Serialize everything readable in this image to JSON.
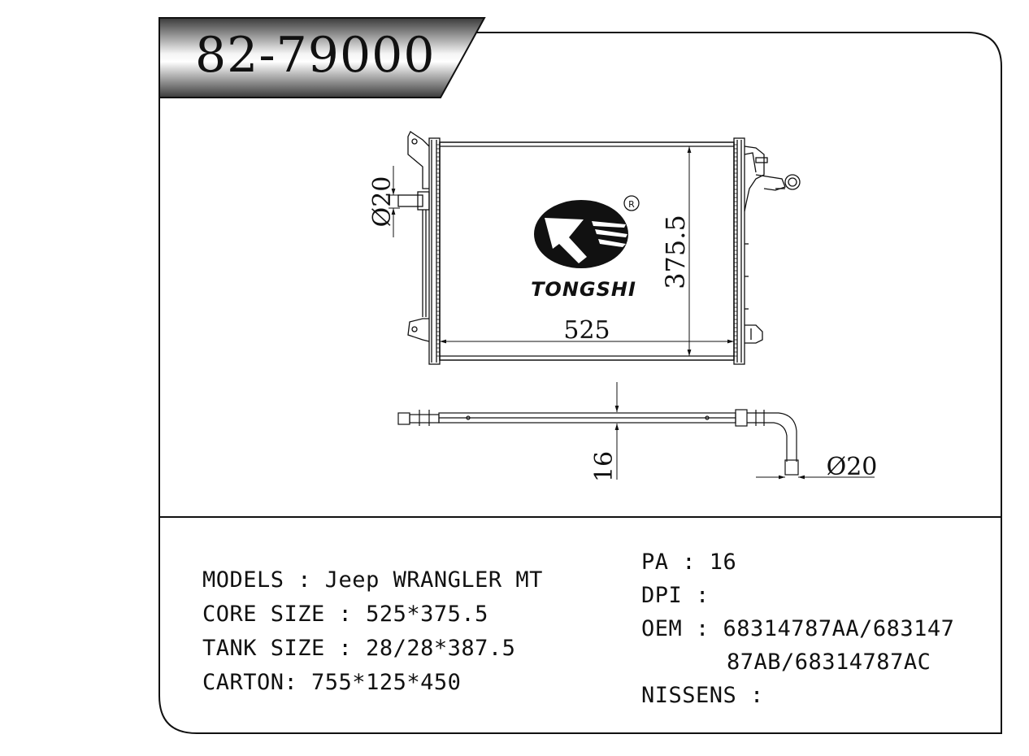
{
  "part_number": "82-79000",
  "brand": {
    "logo_text": "TONGSHI",
    "registered_mark": "R"
  },
  "dimensions": {
    "width": "525",
    "height": "375.5",
    "thickness": "16",
    "inlet_diameter": "Ø20",
    "outlet_diameter": "Ø20"
  },
  "specs_left": [
    {
      "label": "MODELS",
      "sep": " : ",
      "value": "Jeep WRANGLER MT"
    },
    {
      "label": "CORE SIZE",
      "sep": " : ",
      "value": "525*375.5"
    },
    {
      "label": "TANK SIZE",
      "sep": " : ",
      "value": "28/28*387.5"
    },
    {
      "label": "CARTON",
      "sep": ": ",
      "value": "755*125*450"
    }
  ],
  "specs_right": [
    {
      "label": "PA",
      "sep": " : ",
      "value": "16"
    },
    {
      "label": "DPI",
      "sep": " : ",
      "value": ""
    },
    {
      "label": "OEM",
      "sep": " : ",
      "value": "68314787AA/683147"
    },
    {
      "label": "",
      "sep": "",
      "value": "87AB/68314787AC"
    },
    {
      "label": "NISSENS",
      "sep": " : ",
      "value": ""
    }
  ]
}
